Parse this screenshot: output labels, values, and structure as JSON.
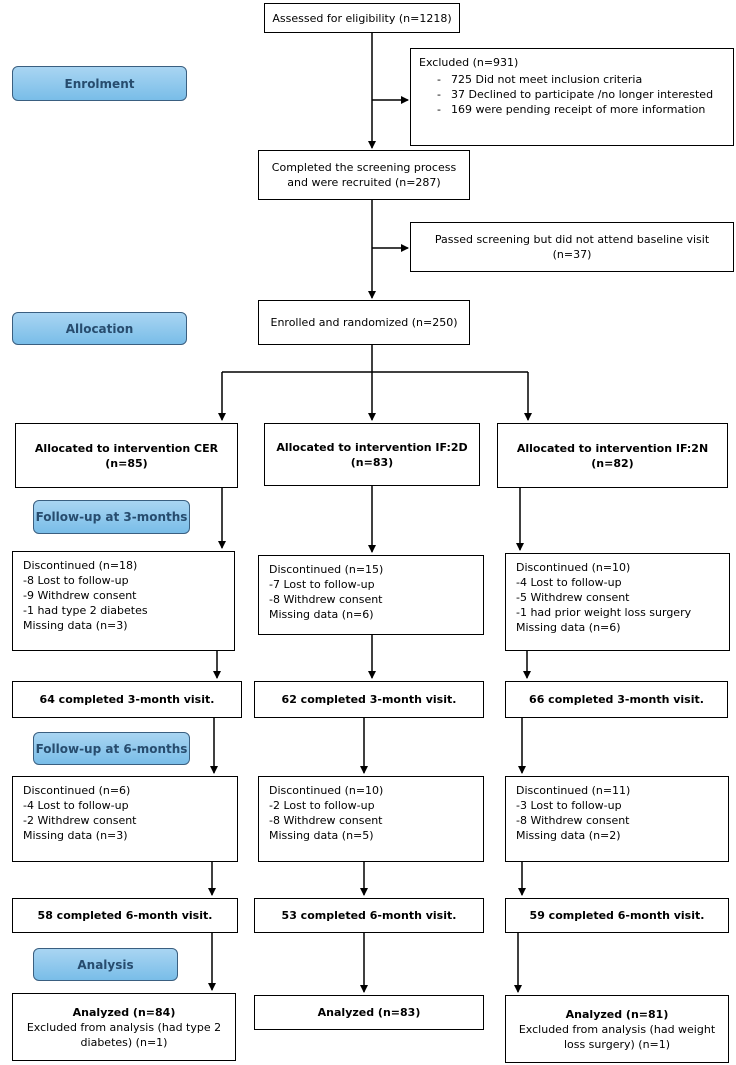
{
  "stages": {
    "enrolment": "Enrolment",
    "allocation": "Allocation",
    "followup3": "Follow-up at 3-months",
    "followup6": "Follow-up at 6-months",
    "analysis": "Analysis"
  },
  "assessed": "Assessed for eligibility (n=1218)",
  "excluded": {
    "title": "Excluded (n=931)",
    "items": [
      "725 Did not meet inclusion criteria",
      "37 Declined to participate /no longer interested",
      "169 were pending receipt of more information"
    ]
  },
  "completed_screening": [
    "Completed the screening process",
    "and were recruited (n=287)"
  ],
  "passed_not_attend": [
    "Passed screening but did not attend baseline visit",
    "(n=37)"
  ],
  "enrolled": "Enrolled and randomized (n=250)",
  "arms": [
    {
      "allocated": [
        "Allocated to intervention CER",
        "(n=85)"
      ],
      "disc3": [
        "Discontinued (n=18)",
        "-8 Lost to follow-up",
        "-9 Withdrew consent",
        "-1 had type 2 diabetes",
        "Missing data (n=3)"
      ],
      "completed3": "64 completed 3-month visit.",
      "disc6": [
        "Discontinued (n=6)",
        "-4 Lost to follow-up",
        "-2 Withdrew consent",
        "Missing data (n=3)"
      ],
      "completed6": "58 completed 6-month visit.",
      "analyzed": "Analyzed (n=84)",
      "analyzed_note": [
        "Excluded from analysis (had type 2",
        "diabetes) (n=1)"
      ]
    },
    {
      "allocated": [
        "Allocated to intervention IF:2D",
        "(n=83)"
      ],
      "disc3": [
        "Discontinued (n=15)",
        "-7 Lost to follow-up",
        "-8 Withdrew consent",
        "Missing data (n=6)"
      ],
      "completed3": "62 completed 3-month visit.",
      "disc6": [
        "Discontinued (n=10)",
        "-2 Lost to follow-up",
        "-8 Withdrew consent",
        "Missing data (n=5)"
      ],
      "completed6": "53 completed 6-month visit.",
      "analyzed": "Analyzed (n=83)",
      "analyzed_note": []
    },
    {
      "allocated": [
        "Allocated to intervention IF:2N",
        "(n=82)"
      ],
      "disc3": [
        "Discontinued (n=10)",
        "-4 Lost to follow-up",
        "-5 Withdrew consent",
        "-1 had prior weight loss surgery",
        "Missing data (n=6)"
      ],
      "completed3": "66 completed 3-month visit.",
      "disc6": [
        "Discontinued (n=11)",
        "-3 Lost to follow-up",
        "-8 Withdrew consent",
        "Missing data (n=2)"
      ],
      "completed6": "59 completed 6-month visit.",
      "analyzed": "Analyzed (n=81)",
      "analyzed_note": [
        "Excluded from analysis (had weight",
        "loss surgery) (n=1)"
      ]
    }
  ]
}
